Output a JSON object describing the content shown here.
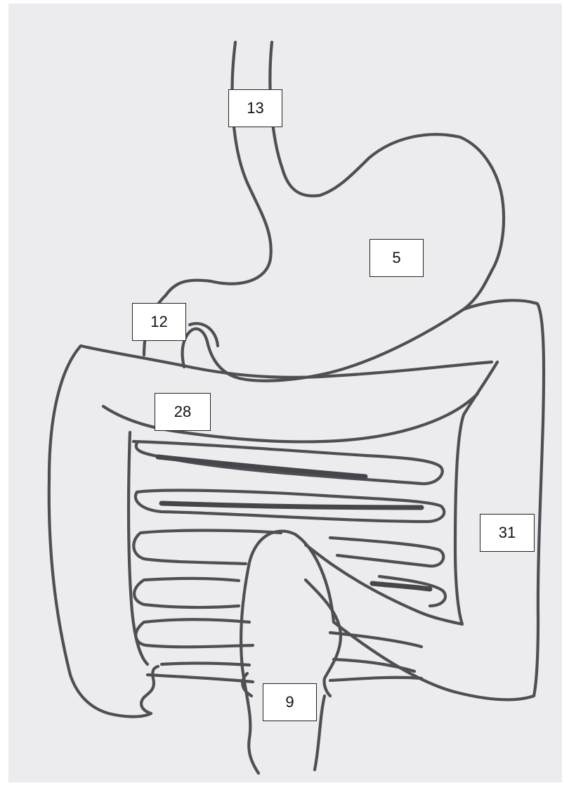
{
  "labels": {
    "esophagus": "13",
    "stomach": "5",
    "duodenum": "12",
    "transverse_colon": "28",
    "descending_colon": "31",
    "rectum": "9"
  }
}
